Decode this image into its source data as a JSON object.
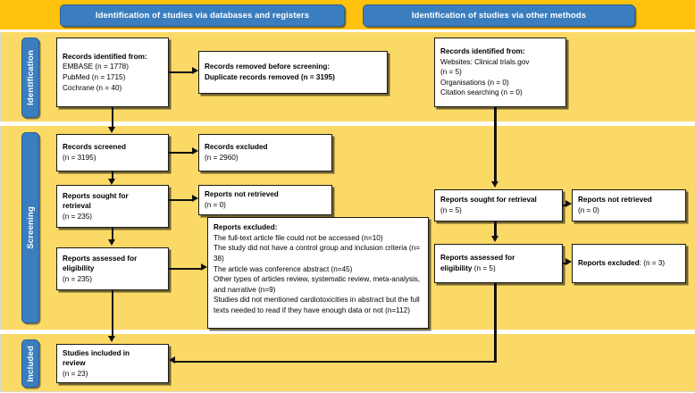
{
  "headers": {
    "left": "Identification of studies via databases and registers",
    "right": "Identification of studies via other methods"
  },
  "stages": {
    "identification": "Identification",
    "screening": "Screening",
    "included": "Included"
  },
  "left_column": {
    "records_identified": {
      "title": "Records identified from:",
      "line1": "EMBASE (n = 1778)",
      "line2": "PubMed (n = 1715)",
      "line3": "Cochrane (n = 40)"
    },
    "records_removed": {
      "title": "Records removed before screening:",
      "line1": "Duplicate records removed  (n = 3195)"
    },
    "records_screened": {
      "title": "Records screened",
      "count": "(n = 3195)"
    },
    "records_excluded": {
      "title": "Records excluded",
      "count": "(n = 2960)"
    },
    "reports_sought": {
      "title": "Reports sought for",
      "title2": "retrieval",
      "count": "(n = 235)"
    },
    "reports_not_retrieved": {
      "title": "Reports not retrieved",
      "count": "(n = 0)"
    },
    "reports_assessed": {
      "title": "Reports assessed for",
      "title2": "eligibility",
      "count": "(n = 235)"
    },
    "reports_excluded_detail": {
      "title": "Reports excluded:",
      "reasons": [
        "The full-text article file could not be accessed (n=10)",
        "The study did not have a control group and inclusion criteria  (n= 38)",
        "The article was conference abstract (n=45)",
        "Other types of articles review, systematic review, meta-analysis, and narrative  (n=9)",
        "Studies did not mentioned cardiotoxicities in abstract but the full texts needed to read if they have enough data or not (n=112)"
      ]
    },
    "studies_included": {
      "title": "Studies included in",
      "title2": "review",
      "count": "(n = 23)"
    }
  },
  "right_column": {
    "records_identified_other": {
      "title": "Records identified from:",
      "line1": "Websites: Clinical trials.gov",
      "line2": "(n = 5)",
      "line3": "Organisations (n = 0)",
      "line4": "Citation searching (n = 0)"
    },
    "reports_sought": {
      "title": "Reports sought for retrieval",
      "count": "(n = 5)"
    },
    "reports_not_retrieved": {
      "title": "Reports not retrieved",
      "count": "(n = 0)"
    },
    "reports_assessed": {
      "title": "Reports assessed for",
      "title2": "eligibility",
      "count": "(n = 5)"
    },
    "reports_excluded": {
      "title": "Reports excluded",
      "count": ": (n = 3)"
    }
  },
  "colors": {
    "header_band": "#FFC20E",
    "panel": "#FBD966",
    "accent_blue": "#3B7EBF",
    "box_border": "#1a1a1a",
    "text": "#000000"
  }
}
